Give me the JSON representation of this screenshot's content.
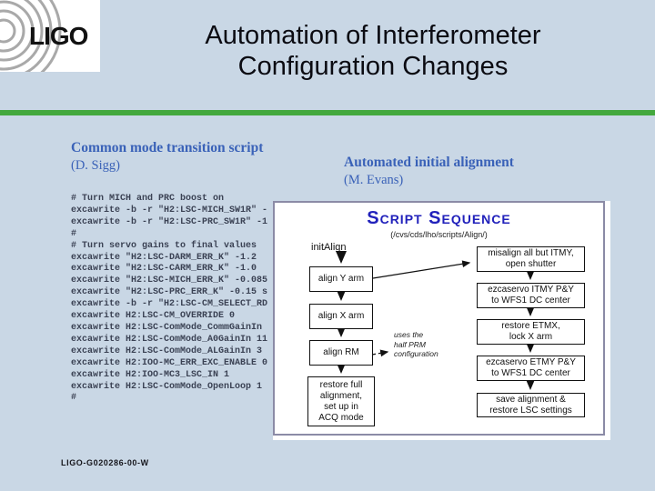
{
  "slide": {
    "logo_text": "LIGO",
    "title_line1": "Automation of Interferometer",
    "title_line2": "Configuration Changes",
    "footer": "LIGO-G020286-00-W"
  },
  "left_section": {
    "heading": "Common mode transition script",
    "author": "(D. Sigg)",
    "code_lines": [
      "# Turn MICH and PRC boost on",
      "excawrite -b -r \"H2:LSC-MICH_SW1R\" -",
      "excawrite -b -r \"H2:LSC-PRC_SW1R\" -1",
      "#",
      "# Turn servo gains to final values",
      "excawrite \"H2:LSC-DARM_ERR_K\" -1.2",
      "excawrite \"H2:LSC-CARM_ERR_K\" -1.0",
      "excawrite \"H2:LSC-MICH_ERR_K\" -0.085",
      "excawrite \"H2:LSC-PRC_ERR_K\" -0.15 s",
      "excawrite -b -r \"H2:LSC-CM_SELECT_RD",
      "excawrite H2:LSC-CM_OVERRIDE 0",
      "excawrite H2:LSC-ComMode_CommGainIn",
      "excawrite H2:LSC-ComMode_A0GainIn 11",
      "excawrite H2:LSC-ComMode_ALGainIn 3",
      "excawrite H2:IOO-MC_ERR_EXC_ENABLE 0",
      "excawrite H2:IOO-MC3_LSC_IN 1",
      "excawrite H2:LSC-ComMode_OpenLoop 1",
      "#"
    ]
  },
  "right_section": {
    "heading": "Automated initial alignment",
    "author": "(M. Evans)"
  },
  "script_image": {
    "title": "Script Sequence",
    "subtitle": "(/cvs/cds/lho/scripts/Align/)",
    "start_label": "initAlign",
    "left_boxes": [
      "align Y arm",
      "align X arm",
      "align RM",
      "restore full\nalignment,\nset up in\nACQ mode"
    ],
    "right_boxes": [
      "misalign all but ITMY,\nopen shutter",
      "ezcaservo ITMY P&Y\nto WFS1 DC center",
      "restore ETMX,\nlock X arm",
      "ezcaservo ETMY P&Y\nto WFS1 DC center",
      "save alignment &\nrestore LSC settings"
    ],
    "note": "uses the\nhalf PRM\nconfiguration"
  },
  "colors": {
    "background": "#c9d7e5",
    "divider_green": "#43a83e",
    "heading_blue": "#3a62b8",
    "script_title_blue": "#2121bb",
    "panel_border": "#8b8ba6",
    "code_text": "#3b4254"
  }
}
